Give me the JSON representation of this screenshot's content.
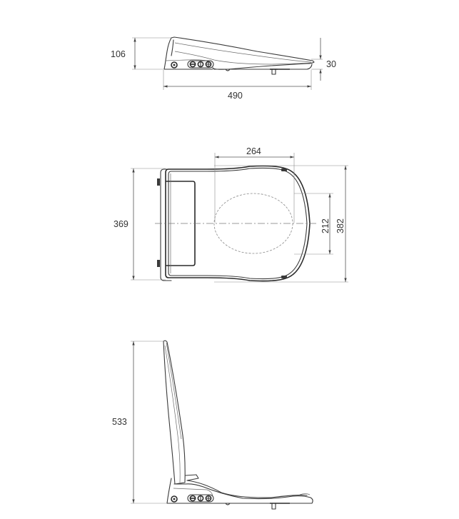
{
  "drawing": {
    "title": "Smart toilet seat dimensional drawing",
    "colors": {
      "line": "#3a3a3a",
      "dimension": "#555555",
      "text": "#333333",
      "background": "#ffffff"
    },
    "views": [
      {
        "name": "side-view-closed",
        "dimensions": {
          "height": "106",
          "front_height": "30",
          "length": "490"
        }
      },
      {
        "name": "top-view",
        "dimensions": {
          "opening_length": "264",
          "overall_width_left": "369",
          "opening_width": "212",
          "overall_width_right": "382"
        }
      },
      {
        "name": "side-view-lid-open",
        "dimensions": {
          "height_open": "533"
        }
      }
    ]
  }
}
